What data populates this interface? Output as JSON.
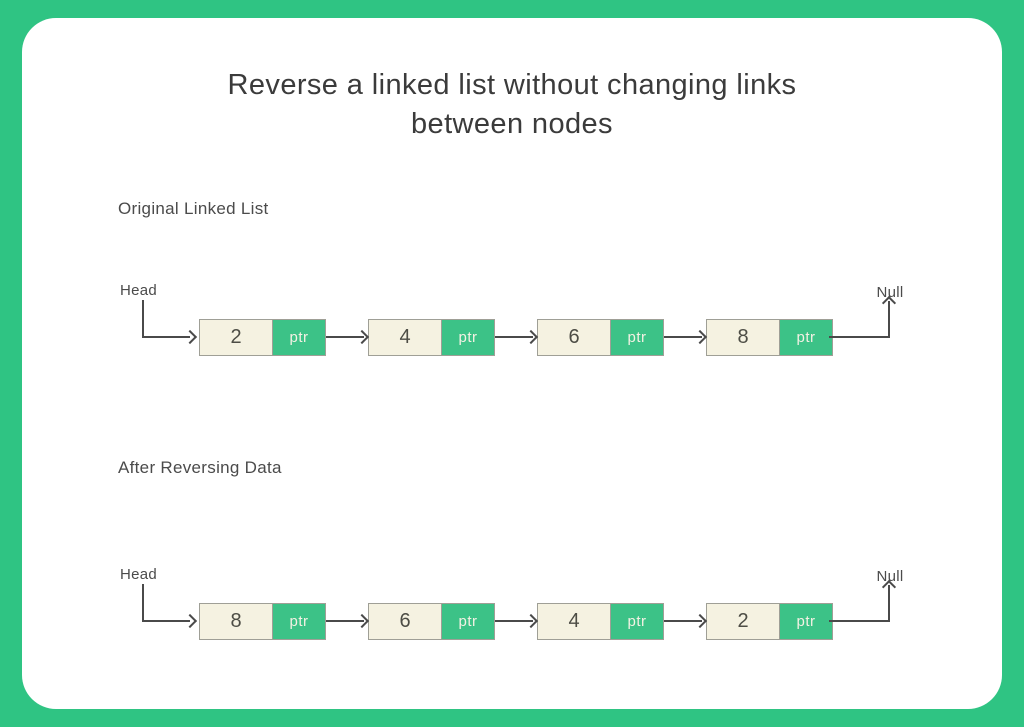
{
  "title": "Reverse a linked list without changing links between nodes",
  "colors": {
    "background_green": "#2fc483",
    "card_white": "#ffffff",
    "node_data_bg": "#f5f2e1",
    "node_ptr_bg": "#3cc287",
    "node_border": "#9f9f96",
    "arrow_line": "#4a4a4a",
    "title_text": "#3b3b3b"
  },
  "sections": [
    {
      "label": "Original Linked List",
      "head_label": "Head",
      "null_label": "Null",
      "nodes": [
        {
          "value": "2",
          "ptr": "ptr"
        },
        {
          "value": "4",
          "ptr": "ptr"
        },
        {
          "value": "6",
          "ptr": "ptr"
        },
        {
          "value": "8",
          "ptr": "ptr"
        }
      ]
    },
    {
      "label": "After Reversing Data",
      "head_label": "Head",
      "null_label": "Null",
      "nodes": [
        {
          "value": "8",
          "ptr": "ptr"
        },
        {
          "value": "6",
          "ptr": "ptr"
        },
        {
          "value": "4",
          "ptr": "ptr"
        },
        {
          "value": "2",
          "ptr": "ptr"
        }
      ]
    }
  ]
}
